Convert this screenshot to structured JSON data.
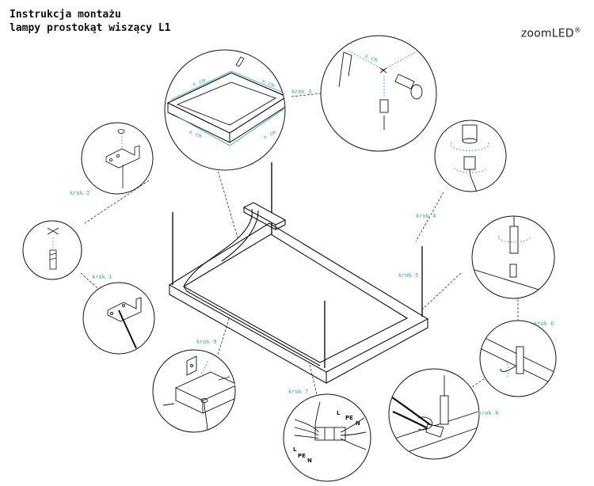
{
  "header": {
    "title_line1": "Instrukcja montażu",
    "title_line2": "lampy prostokąt wiszący L1"
  },
  "brand": {
    "name": "zoomLED",
    "mark": "®"
  },
  "steps": {
    "krok1": "krok 1",
    "krok2": "krok 2",
    "krok3": "krok 3",
    "krok4": "krok 4",
    "krok5": "krok 5",
    "krok6": "krok 6",
    "krok7": "krok 7",
    "krok8": "krok 8",
    "krok9": "krok 9"
  },
  "dimensions": {
    "x": "x cm"
  },
  "wires": {
    "L": "L",
    "PE": "PE",
    "N": "N"
  },
  "colors": {
    "accent": "#2aa7c9",
    "line": "#111111"
  }
}
